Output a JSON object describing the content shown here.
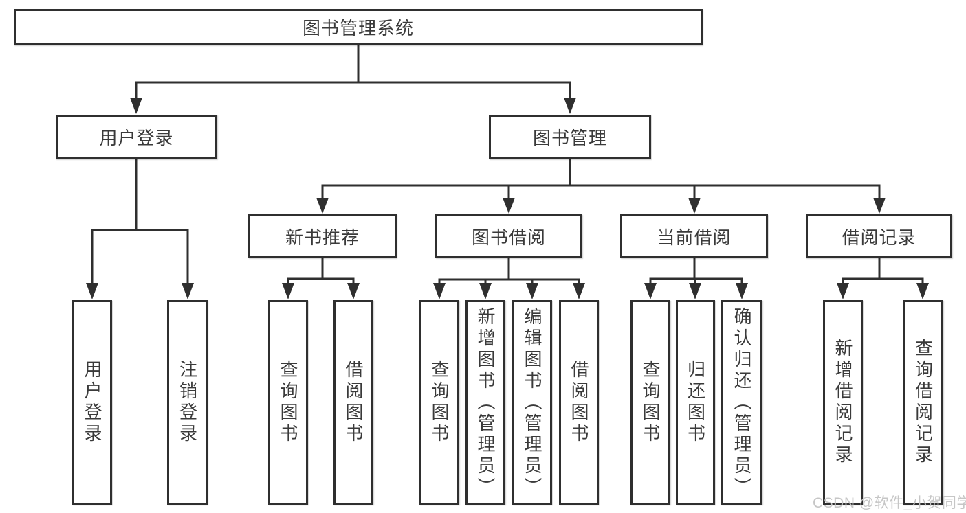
{
  "tree": {
    "label": "图书管理系统",
    "children": [
      {
        "label": "用户登录",
        "children": [
          {
            "label": "用户登录"
          },
          {
            "label": "注销登录"
          }
        ]
      },
      {
        "label": "图书管理",
        "children": [
          {
            "label": "新书推荐",
            "children": [
              {
                "label": "查询图书"
              },
              {
                "label": "借阅图书"
              }
            ]
          },
          {
            "label": "图书借阅",
            "children": [
              {
                "label": "查询图书"
              },
              {
                "label": "新增图书（管理员）"
              },
              {
                "label": "编辑图书（管理员）"
              },
              {
                "label": "借阅图书"
              }
            ]
          },
          {
            "label": "当前借阅",
            "children": [
              {
                "label": "查询图书"
              },
              {
                "label": "归还图书"
              },
              {
                "label": "确认归还（管理员）"
              }
            ]
          },
          {
            "label": "借阅记录",
            "children": [
              {
                "label": "新增借阅记录"
              },
              {
                "label": "查询借阅记录"
              }
            ]
          }
        ]
      }
    ]
  },
  "watermark": "CSDN @软件_小贺同学",
  "colors": {
    "line": "#2f2f2f",
    "border": "#2f2f2f",
    "text": "#3a3a3a",
    "watermark": "#c6c6c6",
    "background": "#ffffff"
  }
}
